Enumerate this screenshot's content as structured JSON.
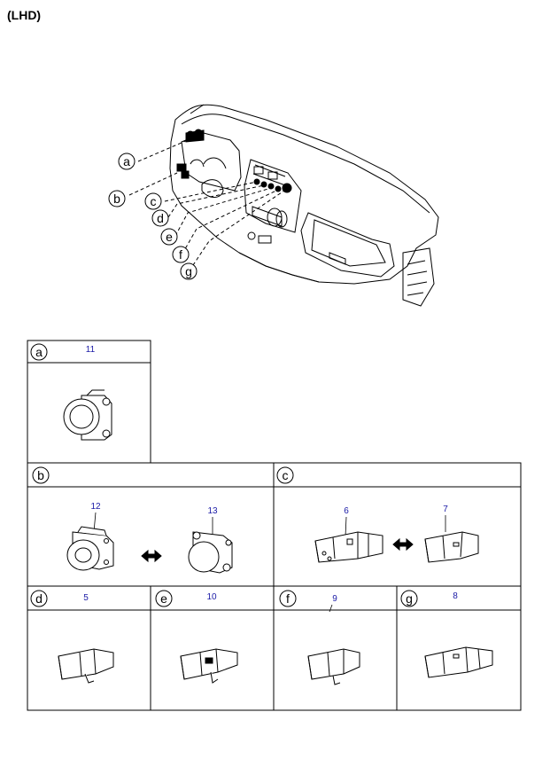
{
  "header": {
    "title": "(LHD)"
  },
  "overview": {
    "callouts": [
      "a",
      "b",
      "c",
      "d",
      "e",
      "f",
      "g"
    ]
  },
  "panels": [
    {
      "letter": "a",
      "parts": [
        "11"
      ]
    },
    {
      "letter": "b",
      "parts": [
        "12",
        "13"
      ]
    },
    {
      "letter": "c",
      "parts": [
        "6",
        "7"
      ]
    },
    {
      "letter": "d",
      "parts": [
        "5"
      ]
    },
    {
      "letter": "e",
      "parts": [
        "10"
      ]
    },
    {
      "letter": "f",
      "parts": [
        "9"
      ]
    },
    {
      "letter": "g",
      "parts": [
        "8"
      ]
    }
  ],
  "colors": {
    "line": "#000000",
    "part_number": "#1a1aa6"
  }
}
